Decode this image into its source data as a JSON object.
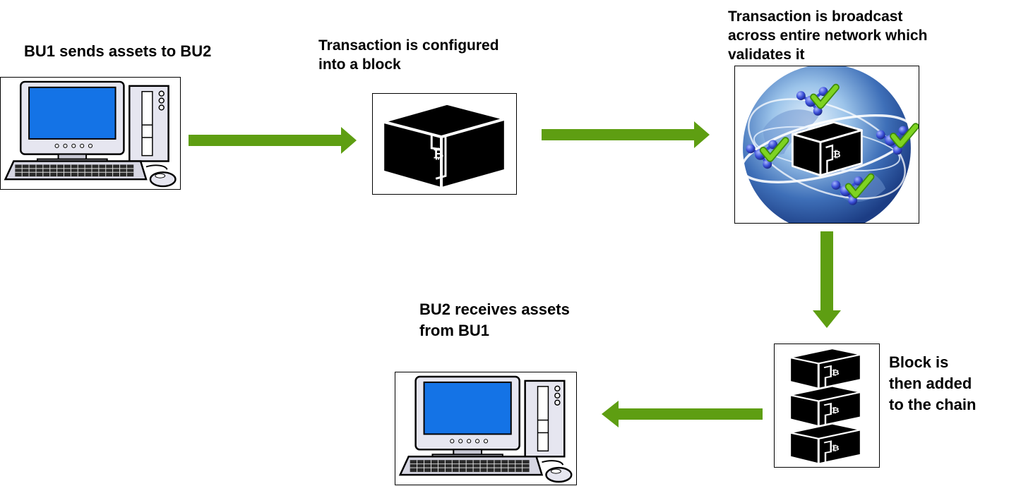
{
  "steps": {
    "send": {
      "label": "BU1 sends assets to BU2",
      "icon": "desktop-computer-icon"
    },
    "configure": {
      "label_lines": [
        "Transaction is configured",
        "into a block"
      ],
      "icon": "bitcoin-block-icon"
    },
    "broadcast": {
      "label_lines": [
        "Transaction is broadcast",
        "across entire network which",
        "validates it"
      ],
      "icon": "globe-network-validation-icon"
    },
    "chain": {
      "label_lines": [
        "Block is",
        "then added",
        "to the chain"
      ],
      "icon": "stacked-blocks-chain-icon"
    },
    "receive": {
      "label_lines": [
        "BU2 receives assets",
        "from BU1"
      ],
      "icon": "desktop-computer-icon"
    }
  },
  "colors": {
    "arrow": "#5e9e12",
    "screen": "#1473e6",
    "computer_body": "#e6e6f0",
    "block": "#000000",
    "globe_deep": "#1c3d84",
    "globe_light": "#b9d7f4",
    "node": "#3a4fd8",
    "check": "#7ed321"
  }
}
